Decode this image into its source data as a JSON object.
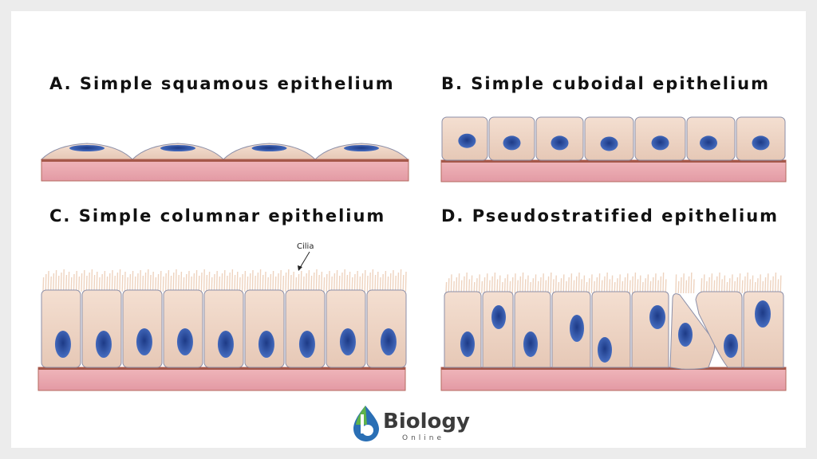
{
  "panels": {
    "a": {
      "title": "A. Simple squamous epithelium"
    },
    "b": {
      "title": "B. Simple cuboidal epithelium"
    },
    "c": {
      "title": "C. Simple columnar epithelium",
      "annotation": "Cilia"
    },
    "d": {
      "title": "D. Pseudostratified epithelium"
    }
  },
  "logo": {
    "word": "Biology",
    "sub": "Online"
  },
  "colors": {
    "cell_fill": "#f2d9c9",
    "cell_stroke": "#8c8fa8",
    "nucleus": "#3d63b8",
    "nucleus_dark": "#1d3a86",
    "basement": "#e9a5ad",
    "basement_edge": "#a55a4a",
    "cilia": "#eed3bf"
  }
}
